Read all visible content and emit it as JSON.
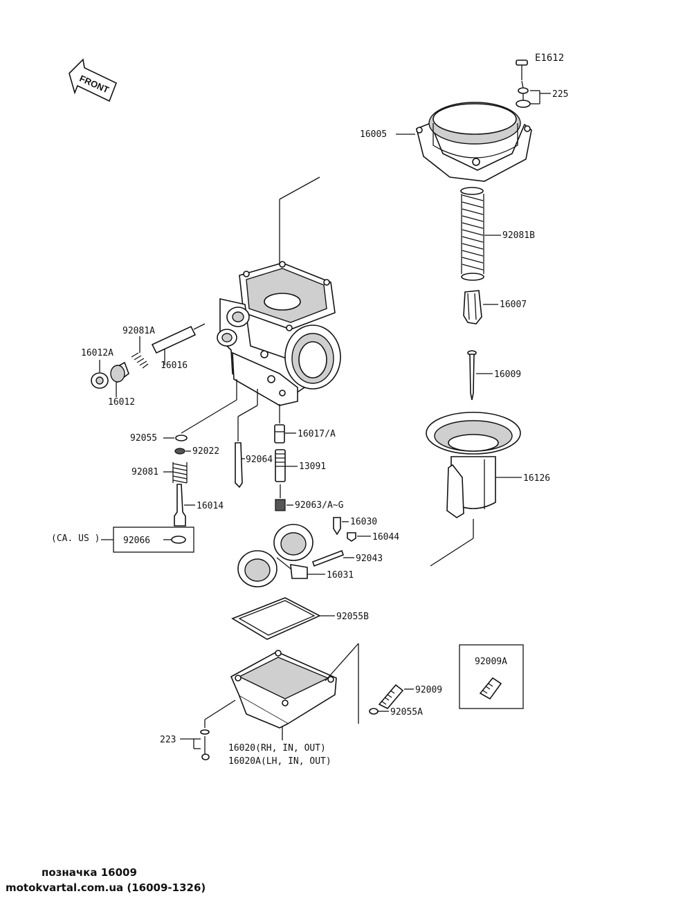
{
  "diagram": {
    "code": "E1612",
    "front_label": "FRONT",
    "ca_us_label": "(CA. US )",
    "labels": {
      "p225": "225",
      "p16005": "16005",
      "p92081B": "92081B",
      "p16007": "16007",
      "p16009": "16009",
      "p16126": "16126",
      "p92081A": "92081A",
      "p16012A": "16012A",
      "p16016": "16016",
      "p16012": "16012",
      "p92055": "92055",
      "p92022": "92022",
      "p16017A": "16017/A",
      "p92064": "92064",
      "p13091": "13091",
      "p92081": "92081",
      "p16014": "16014",
      "p92063": "92063/A~G",
      "p16030": "16030",
      "p16044": "16044",
      "p92066": "92066",
      "p92043": "92043",
      "p16031": "16031",
      "p92055B": "92055B",
      "p92009A": "92009A",
      "p92009": "92009",
      "p92055A": "92055A",
      "p223": "223",
      "p16020": "16020(RH, IN, OUT)",
      "p16020A": "16020A(LH, IN, OUT)"
    }
  },
  "footer": {
    "line1": "позначка 16009",
    "line2": "motokvartal.com.ua (16009-1326)"
  }
}
